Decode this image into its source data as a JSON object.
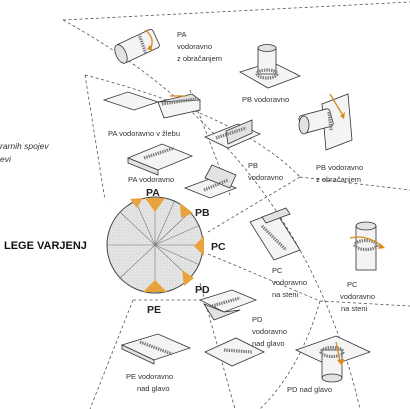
{
  "title": "LEGE VARJENJ",
  "side_text": [
    "rarnih spojev",
    "evi"
  ],
  "accent_color": "#e8a33c",
  "positions": [
    {
      "code": "PA",
      "labels": [
        "PA",
        "vodoravno",
        "z obračanjem"
      ]
    },
    {
      "code": "PA",
      "labels": [
        "PA vodoravno v žlebu"
      ]
    },
    {
      "code": "PA",
      "labels": [
        "PA vodoravno"
      ]
    },
    {
      "code": "PB",
      "labels": [
        "PB vodoravno"
      ]
    },
    {
      "code": "PB",
      "labels": [
        "PB",
        "vodoravno"
      ]
    },
    {
      "code": "PB",
      "labels": [
        "PB vodoravno",
        "z obračanjem"
      ]
    },
    {
      "code": "PC",
      "labels": [
        "PC",
        "vodoravno",
        "na steni"
      ]
    },
    {
      "code": "PC",
      "labels": [
        "PC",
        "vodoravno",
        "na steni"
      ]
    },
    {
      "code": "PD",
      "labels": [
        "PD",
        "vodoravno",
        "nad glavo"
      ]
    },
    {
      "code": "PD",
      "labels": [
        "PD nad glavo"
      ]
    },
    {
      "code": "PE",
      "labels": [
        "PE vodoravno",
        "nad glavo"
      ]
    }
  ],
  "disc_codes": [
    "PA",
    "PB",
    "PC",
    "PD",
    "PE"
  ]
}
